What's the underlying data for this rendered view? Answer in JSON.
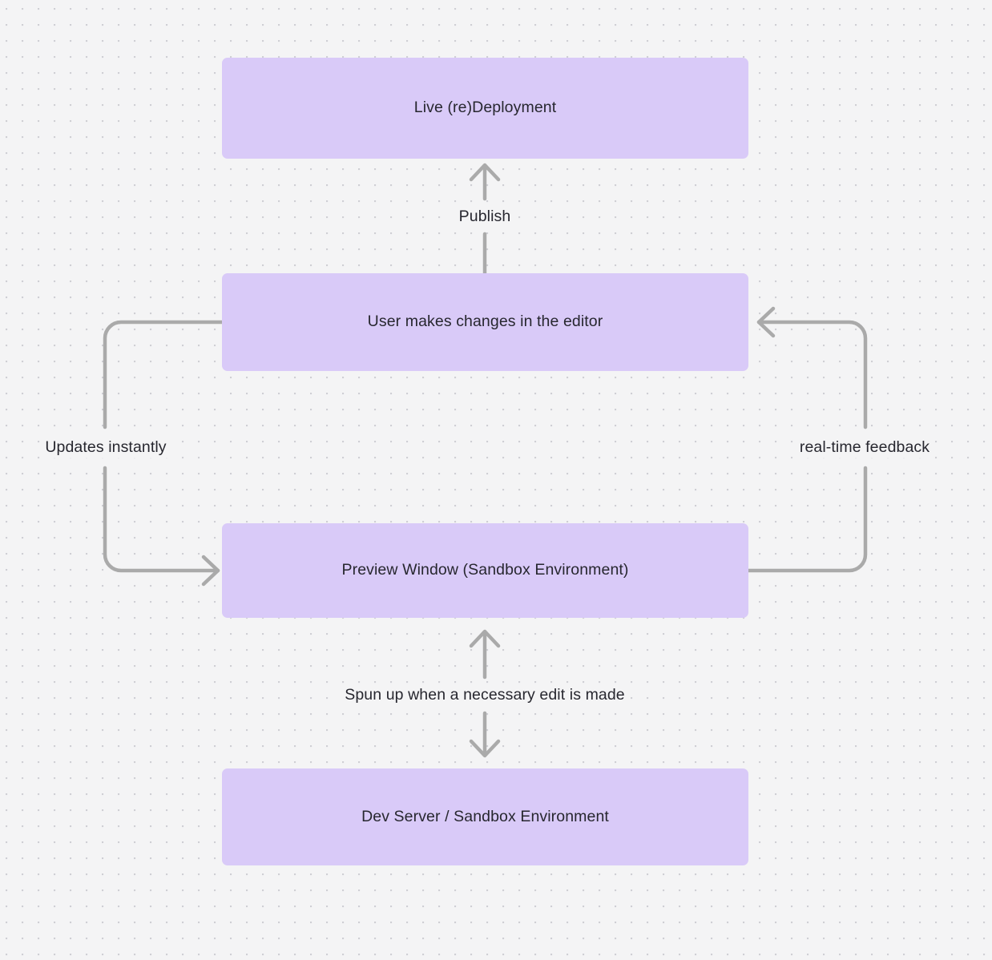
{
  "diagram": {
    "type": "flowchart",
    "background": "#f4f4f5",
    "node_color": "#d9caf8",
    "edge_color": "#aaaaaa",
    "text_color": "#27272f",
    "nodes": [
      {
        "id": "live",
        "label": "Live (re)Deployment"
      },
      {
        "id": "user",
        "label": "User makes changes in the editor"
      },
      {
        "id": "preview",
        "label": "Preview Window (Sandbox Environment)"
      },
      {
        "id": "devserver",
        "label": "Dev Server / Sandbox Environment"
      }
    ],
    "edges": [
      {
        "id": "publish",
        "from": "user",
        "to": "live",
        "label": "Publish",
        "arrow": "single"
      },
      {
        "id": "updates",
        "from": "user",
        "to": "preview",
        "label": "Updates instantly",
        "arrow": "single"
      },
      {
        "id": "realtime",
        "from": "preview",
        "to": "user",
        "label": "real-time feedback",
        "arrow": "single"
      },
      {
        "id": "spunup",
        "from": "preview",
        "to": "devserver",
        "label": "Spun up when a necessary edit is made",
        "arrow": "double"
      }
    ]
  }
}
